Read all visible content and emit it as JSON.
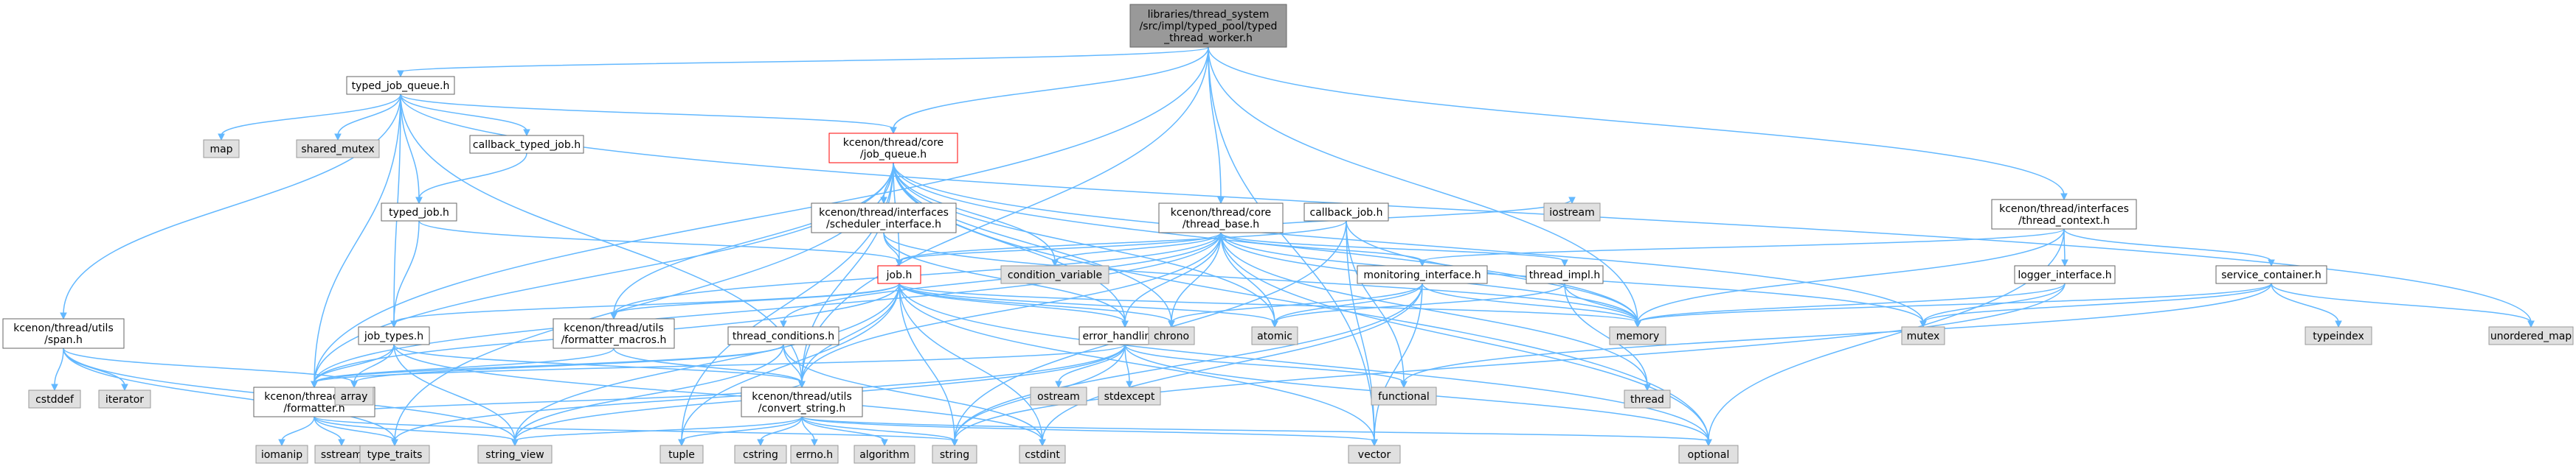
{
  "graph": {
    "colors": {
      "edge": "#63b8ff",
      "root_fill": "#999999",
      "file_border": "#666666",
      "system_fill": "#e0e0e0",
      "highlight_border": "#ff0000"
    },
    "nodes": [
      {
        "id": "root",
        "kind": "root",
        "lines": [
          "libraries/thread_system",
          "/src/impl/typed_pool/typed",
          "_thread_worker.h"
        ]
      },
      {
        "id": "typed_job_queue",
        "kind": "file",
        "lines": [
          "typed_job_queue.h"
        ]
      },
      {
        "id": "job_queue",
        "kind": "focus",
        "lines": [
          "kcenon/thread/core",
          "/job_queue.h"
        ]
      },
      {
        "id": "callback_typed_job",
        "kind": "file",
        "lines": [
          "callback_typed_job.h"
        ]
      },
      {
        "id": "typed_job",
        "kind": "file",
        "lines": [
          "typed_job.h"
        ]
      },
      {
        "id": "scheduler_interface",
        "kind": "file",
        "lines": [
          "kcenon/thread/interfaces",
          "/scheduler_interface.h"
        ]
      },
      {
        "id": "thread_base",
        "kind": "file",
        "lines": [
          "kcenon/thread/core",
          "/thread_base.h"
        ]
      },
      {
        "id": "callback_job",
        "kind": "file",
        "lines": [
          "callback_job.h"
        ]
      },
      {
        "id": "thread_context",
        "kind": "file",
        "lines": [
          "kcenon/thread/interfaces",
          "/thread_context.h"
        ]
      },
      {
        "id": "job",
        "kind": "focus",
        "lines": [
          "job.h"
        ]
      },
      {
        "id": "monitoring_interface",
        "kind": "file",
        "lines": [
          "monitoring_interface.h"
        ]
      },
      {
        "id": "thread_impl",
        "kind": "file",
        "lines": [
          "thread_impl.h"
        ]
      },
      {
        "id": "logger_interface",
        "kind": "file",
        "lines": [
          "logger_interface.h"
        ]
      },
      {
        "id": "service_container",
        "kind": "file",
        "lines": [
          "service_container.h"
        ]
      },
      {
        "id": "span",
        "kind": "file",
        "lines": [
          "kcenon/thread/utils",
          "/span.h"
        ]
      },
      {
        "id": "job_types",
        "kind": "file",
        "lines": [
          "job_types.h"
        ]
      },
      {
        "id": "formatter_macros",
        "kind": "file",
        "lines": [
          "kcenon/thread/utils",
          "/formatter_macros.h"
        ]
      },
      {
        "id": "thread_conditions",
        "kind": "file",
        "lines": [
          "thread_conditions.h"
        ]
      },
      {
        "id": "error_handling",
        "kind": "file",
        "lines": [
          "error_handling.h"
        ]
      },
      {
        "id": "formatter",
        "kind": "file",
        "lines": [
          "kcenon/thread/utils",
          "/formatter.h"
        ]
      },
      {
        "id": "convert_string",
        "kind": "file",
        "lines": [
          "kcenon/thread/utils",
          "/convert_string.h"
        ]
      },
      {
        "id": "map",
        "kind": "sys",
        "lines": [
          "map"
        ]
      },
      {
        "id": "shared_mutex",
        "kind": "sys",
        "lines": [
          "shared_mutex"
        ]
      },
      {
        "id": "condition_variable",
        "kind": "sys",
        "lines": [
          "condition_variable"
        ]
      },
      {
        "id": "iostream",
        "kind": "sys",
        "lines": [
          "iostream"
        ]
      },
      {
        "id": "chrono",
        "kind": "sys",
        "lines": [
          "chrono"
        ]
      },
      {
        "id": "atomic",
        "kind": "sys",
        "lines": [
          "atomic"
        ]
      },
      {
        "id": "memory",
        "kind": "sys",
        "lines": [
          "memory"
        ]
      },
      {
        "id": "thread",
        "kind": "sys",
        "lines": [
          "thread"
        ]
      },
      {
        "id": "mutex",
        "kind": "sys",
        "lines": [
          "mutex"
        ]
      },
      {
        "id": "typeindex",
        "kind": "sys",
        "lines": [
          "typeindex"
        ]
      },
      {
        "id": "unordered_map",
        "kind": "sys",
        "lines": [
          "unordered_map"
        ]
      },
      {
        "id": "cstddef",
        "kind": "sys",
        "lines": [
          "cstddef"
        ]
      },
      {
        "id": "iterator",
        "kind": "sys",
        "lines": [
          "iterator"
        ]
      },
      {
        "id": "array",
        "kind": "sys",
        "lines": [
          "array"
        ]
      },
      {
        "id": "functional",
        "kind": "sys",
        "lines": [
          "functional"
        ]
      },
      {
        "id": "ostream",
        "kind": "sys",
        "lines": [
          "ostream"
        ]
      },
      {
        "id": "stdexcept",
        "kind": "sys",
        "lines": [
          "stdexcept"
        ]
      },
      {
        "id": "iomanip",
        "kind": "sys",
        "lines": [
          "iomanip"
        ]
      },
      {
        "id": "sstream",
        "kind": "sys",
        "lines": [
          "sstream"
        ]
      },
      {
        "id": "type_traits",
        "kind": "sys",
        "lines": [
          "type_traits"
        ]
      },
      {
        "id": "string_view",
        "kind": "sys",
        "lines": [
          "string_view"
        ]
      },
      {
        "id": "tuple",
        "kind": "sys",
        "lines": [
          "tuple"
        ]
      },
      {
        "id": "cstring",
        "kind": "sys",
        "lines": [
          "cstring"
        ]
      },
      {
        "id": "errno",
        "kind": "sys",
        "lines": [
          "errno.h"
        ]
      },
      {
        "id": "algorithm",
        "kind": "sys",
        "lines": [
          "algorithm"
        ]
      },
      {
        "id": "string",
        "kind": "sys",
        "lines": [
          "string"
        ]
      },
      {
        "id": "cstdint",
        "kind": "sys",
        "lines": [
          "cstdint"
        ]
      },
      {
        "id": "vector",
        "kind": "sys",
        "lines": [
          "vector"
        ]
      },
      {
        "id": "optional",
        "kind": "sys",
        "lines": [
          "optional"
        ]
      }
    ],
    "edges": [
      [
        "root",
        "typed_job_queue"
      ],
      [
        "root",
        "job_queue"
      ],
      [
        "root",
        "thread_base"
      ],
      [
        "root",
        "thread_context"
      ],
      [
        "root",
        "formatter"
      ],
      [
        "root",
        "memory"
      ],
      [
        "root",
        "vector"
      ],
      [
        "root",
        "convert_string"
      ],
      [
        "typed_job_queue",
        "job_queue"
      ],
      [
        "typed_job_queue",
        "callback_typed_job"
      ],
      [
        "typed_job_queue",
        "typed_job"
      ],
      [
        "typed_job_queue",
        "job_types"
      ],
      [
        "typed_job_queue",
        "span"
      ],
      [
        "typed_job_queue",
        "map"
      ],
      [
        "typed_job_queue",
        "shared_mutex"
      ],
      [
        "typed_job_queue",
        "unordered_map"
      ],
      [
        "typed_job_queue",
        "formatter"
      ],
      [
        "typed_job_queue",
        "convert_string"
      ],
      [
        "callback_typed_job",
        "typed_job"
      ],
      [
        "typed_job",
        "job"
      ],
      [
        "typed_job",
        "job_types"
      ],
      [
        "job_queue",
        "scheduler_interface"
      ],
      [
        "job_queue",
        "job"
      ],
      [
        "job_queue",
        "condition_variable"
      ],
      [
        "job_queue",
        "chrono"
      ],
      [
        "job_queue",
        "atomic"
      ],
      [
        "job_queue",
        "memory"
      ],
      [
        "job_queue",
        "mutex"
      ],
      [
        "job_queue",
        "optional"
      ],
      [
        "job_queue",
        "error_handling"
      ],
      [
        "job_queue",
        "formatter"
      ],
      [
        "job_queue",
        "formatter_macros"
      ],
      [
        "job_queue",
        "convert_string"
      ],
      [
        "job_queue",
        "type_traits"
      ],
      [
        "job_queue",
        "tuple"
      ],
      [
        "scheduler_interface",
        "job"
      ],
      [
        "scheduler_interface",
        "error_handling"
      ],
      [
        "scheduler_interface",
        "memory"
      ],
      [
        "thread_base",
        "job"
      ],
      [
        "thread_base",
        "thread_conditions"
      ],
      [
        "thread_base",
        "monitoring_interface"
      ],
      [
        "thread_base",
        "thread_impl"
      ],
      [
        "thread_base",
        "condition_variable"
      ],
      [
        "thread_base",
        "iostream"
      ],
      [
        "thread_base",
        "chrono"
      ],
      [
        "thread_base",
        "atomic"
      ],
      [
        "thread_base",
        "memory"
      ],
      [
        "thread_base",
        "thread"
      ],
      [
        "thread_base",
        "mutex"
      ],
      [
        "thread_base",
        "optional"
      ],
      [
        "thread_base",
        "error_handling"
      ],
      [
        "thread_base",
        "formatter"
      ],
      [
        "thread_base",
        "formatter_macros"
      ],
      [
        "thread_base",
        "convert_string"
      ],
      [
        "callback_job",
        "job"
      ],
      [
        "callback_job",
        "functional"
      ],
      [
        "callback_job",
        "string"
      ],
      [
        "callback_job",
        "memory"
      ],
      [
        "callback_job",
        "vector"
      ],
      [
        "thread_context",
        "logger_interface"
      ],
      [
        "thread_context",
        "service_container"
      ],
      [
        "thread_context",
        "monitoring_interface"
      ],
      [
        "thread_context",
        "memory"
      ],
      [
        "thread_context",
        "optional"
      ],
      [
        "job",
        "error_handling"
      ],
      [
        "job",
        "formatter"
      ],
      [
        "job",
        "formatter_macros"
      ],
      [
        "job",
        "convert_string"
      ],
      [
        "job",
        "job_types"
      ],
      [
        "job",
        "chrono"
      ],
      [
        "job",
        "atomic"
      ],
      [
        "job",
        "memory"
      ],
      [
        "job",
        "string"
      ],
      [
        "job",
        "vector"
      ],
      [
        "job",
        "string_view"
      ],
      [
        "job",
        "tuple"
      ],
      [
        "job",
        "cstdint"
      ],
      [
        "job",
        "optional"
      ],
      [
        "monitoring_interface",
        "chrono"
      ],
      [
        "monitoring_interface",
        "atomic"
      ],
      [
        "monitoring_interface",
        "memory"
      ],
      [
        "monitoring_interface",
        "string"
      ],
      [
        "monitoring_interface",
        "vector"
      ],
      [
        "monitoring_interface",
        "cstdint"
      ],
      [
        "thread_impl",
        "thread"
      ],
      [
        "thread_impl",
        "atomic"
      ],
      [
        "thread_impl",
        "memory"
      ],
      [
        "logger_interface",
        "memory"
      ],
      [
        "logger_interface",
        "mutex"
      ],
      [
        "logger_interface",
        "string"
      ],
      [
        "service_container",
        "memory"
      ],
      [
        "service_container",
        "mutex"
      ],
      [
        "service_container",
        "typeindex"
      ],
      [
        "service_container",
        "unordered_map"
      ],
      [
        "service_container",
        "functional"
      ],
      [
        "span",
        "cstddef"
      ],
      [
        "span",
        "iterator"
      ],
      [
        "span",
        "array"
      ],
      [
        "span",
        "type_traits"
      ],
      [
        "span",
        "string_view"
      ],
      [
        "job_types",
        "formatter"
      ],
      [
        "job_types",
        "convert_string"
      ],
      [
        "job_types",
        "array"
      ],
      [
        "job_types",
        "string_view"
      ],
      [
        "job_types",
        "cstdint"
      ],
      [
        "formatter_macros",
        "formatter"
      ],
      [
        "formatter_macros",
        "convert_string"
      ],
      [
        "thread_conditions",
        "formatter"
      ],
      [
        "thread_conditions",
        "convert_string"
      ],
      [
        "thread_conditions",
        "array"
      ],
      [
        "thread_conditions",
        "string_view"
      ],
      [
        "thread_conditions",
        "cstdint"
      ],
      [
        "error_handling",
        "formatter"
      ],
      [
        "error_handling",
        "ostream"
      ],
      [
        "error_handling",
        "stdexcept"
      ],
      [
        "error_handling",
        "functional"
      ],
      [
        "error_handling",
        "string"
      ],
      [
        "error_handling",
        "optional"
      ],
      [
        "error_handling",
        "string_view"
      ],
      [
        "error_handling",
        "type_traits"
      ],
      [
        "formatter",
        "convert_string"
      ],
      [
        "formatter",
        "iomanip"
      ],
      [
        "formatter",
        "sstream"
      ],
      [
        "formatter",
        "type_traits"
      ],
      [
        "formatter",
        "string_view"
      ],
      [
        "formatter",
        "string"
      ],
      [
        "convert_string",
        "tuple"
      ],
      [
        "convert_string",
        "cstring"
      ],
      [
        "convert_string",
        "errno"
      ],
      [
        "convert_string",
        "algorithm"
      ],
      [
        "convert_string",
        "string"
      ],
      [
        "convert_string",
        "vector"
      ],
      [
        "convert_string",
        "string_view"
      ],
      [
        "convert_string",
        "optional"
      ]
    ]
  }
}
